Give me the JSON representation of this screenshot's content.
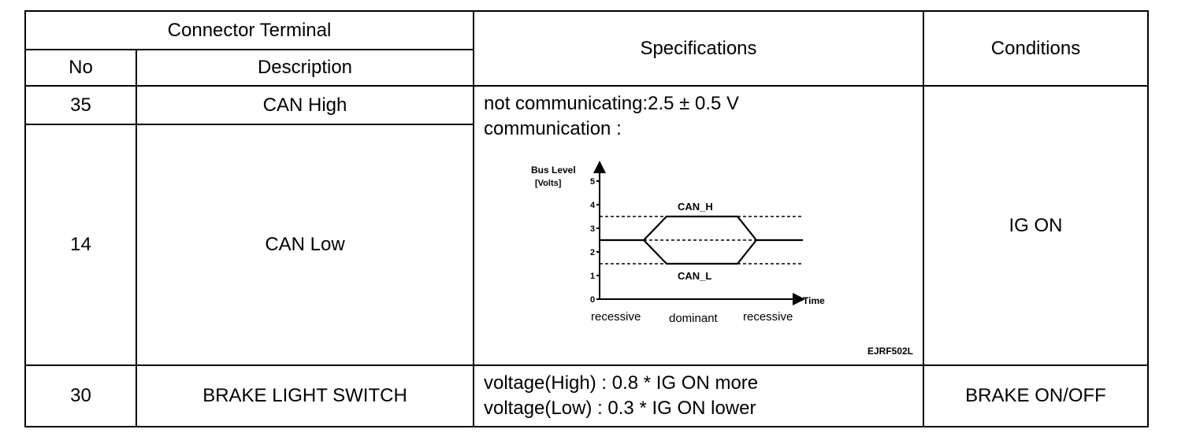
{
  "table": {
    "header": {
      "connector_terminal": "Connector Terminal",
      "no": "No",
      "description": "Description",
      "specifications": "Specifications",
      "conditions": "Conditions"
    },
    "rows": [
      {
        "no": "35",
        "description": "CAN High"
      },
      {
        "no": "14",
        "description": "CAN Low"
      },
      {
        "no": "30",
        "description": "BRAKE LIGHT SWITCH",
        "spec_line1": "voltage(High) :  0.8 * IG ON more",
        "spec_line2": "voltage(Low) :  0.3 * IG ON lower",
        "condition": "BRAKE ON/OFF"
      }
    ],
    "can_spec_line1": "not communicating:2.5 ± 0.5 V",
    "can_spec_line2": "communication :",
    "can_condition": "IG ON"
  },
  "diagram": {
    "y_label_1": "Bus Level",
    "y_label_2": "[Volts]",
    "y_ticks": [
      "0",
      "1",
      "2",
      "3",
      "4",
      "5"
    ],
    "x_label": "Time",
    "can_h_label": "CAN_H",
    "can_l_label": "CAN_L",
    "phase_1": "recessive",
    "phase_2": "dominant",
    "phase_3": "recessive",
    "figure_id": "EJRF502L",
    "levels": {
      "can_h_dominant": 3.5,
      "can_l_dominant": 1.5,
      "recessive": 2.5
    }
  }
}
